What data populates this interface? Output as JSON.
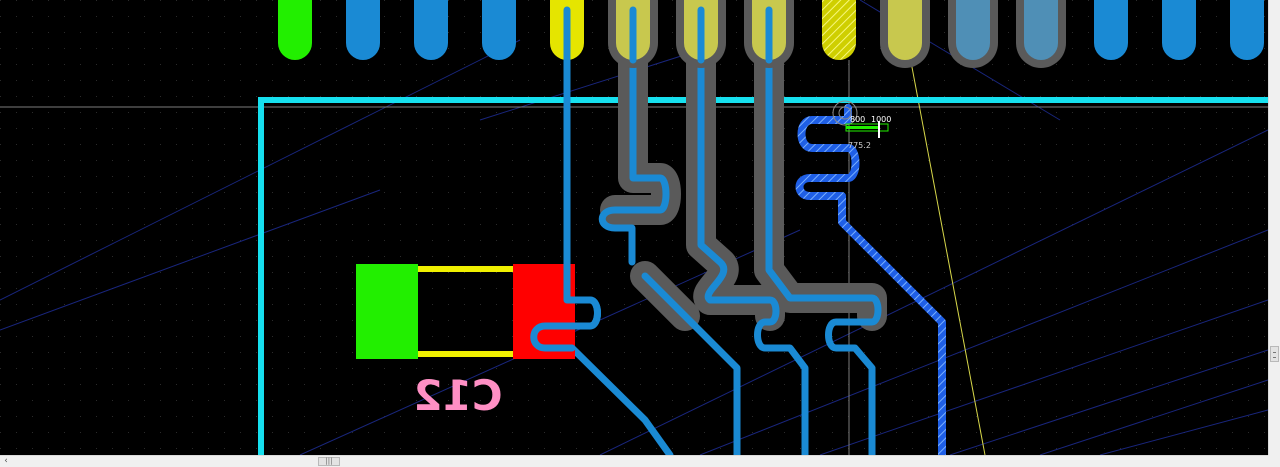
{
  "canvas": {
    "designator": "C12",
    "measure": {
      "tick_a": "800",
      "tick_b": "1000",
      "value": "775.2"
    }
  },
  "colors": {
    "board_outline": "#16e0ef",
    "trace_blue": "#1a8ad4",
    "trace_selected_blue": "#1f5fe6",
    "pad_yellow": "#e5e500",
    "pad_highlight": "#c8c84e",
    "pad_green": "#22ef00",
    "pad_red": "#ff0000",
    "silkscreen_pink": "#ff8fc4",
    "clearance_gray": "#5a5a5a"
  },
  "scrollbars": {
    "left_arrow": "‹",
    "thumb_grip": "|||"
  }
}
